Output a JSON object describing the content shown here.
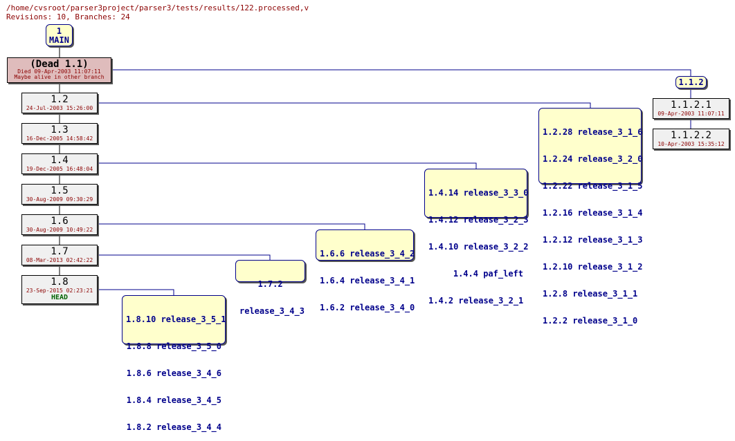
{
  "header": {
    "path": "/home/cvsroot/parser3project/parser3/tests/results/122.processed,v",
    "revisions_line": "Revisions: 10, Branches: 24"
  },
  "main_branch": {
    "num": "1",
    "name": "MAIN"
  },
  "dead": {
    "title": "(Dead 1.1)",
    "died": "Died 09-Apr-2003 11:07:11",
    "note": "Maybe alive in other branch"
  },
  "revisions": [
    {
      "num": "1.2",
      "date": "24-Jul-2003 15:26:00"
    },
    {
      "num": "1.3",
      "date": "16-Dec-2005 14:58:42"
    },
    {
      "num": "1.4",
      "date": "19-Dec-2005 16:48:04"
    },
    {
      "num": "1.5",
      "date": "30-Aug-2009 09:30:29"
    },
    {
      "num": "1.6",
      "date": "30-Aug-2009 10:49:22"
    },
    {
      "num": "1.7",
      "date": "08-Mar-2013 02:42:22"
    },
    {
      "num": "1.8",
      "date": "23-Sep-2015 02:23:21",
      "head": "HEAD"
    }
  ],
  "branch_112": {
    "label": "1.1.2",
    "revisions": [
      {
        "num": "1.1.2.1",
        "date": "09-Apr-2003 11:07:11"
      },
      {
        "num": "1.1.2.2",
        "date": "10-Apr-2003 15:35:12"
      }
    ]
  },
  "tags_12": [
    "1.2.28 release_3_1_6",
    "1.2.24 release_3_2_0",
    "1.2.22 release_3_1_5",
    "1.2.16 release_3_1_4",
    "1.2.12 release_3_1_3",
    "1.2.10 release_3_1_2",
    "1.2.8 release_3_1_1",
    "1.2.2 release_3_1_0"
  ],
  "tags_14": [
    "1.4.14 release_3_3_0",
    "1.4.12 release_3_2_3",
    "1.4.10 release_3_2_2",
    "1.4.4 paf_left",
    "1.4.2 release_3_2_1"
  ],
  "tags_16": [
    "1.6.6 release_3_4_2",
    "1.6.4 release_3_4_1",
    "1.6.2 release_3_4_0"
  ],
  "tags_17": [
    "1.7.2",
    "release_3_4_3"
  ],
  "tags_18": [
    "1.8.10 release_3_5_1",
    "1.8.8 release_3_5_0",
    "1.8.6 release_3_4_6",
    "1.8.4 release_3_4_5",
    "1.8.2 release_3_4_4"
  ]
}
